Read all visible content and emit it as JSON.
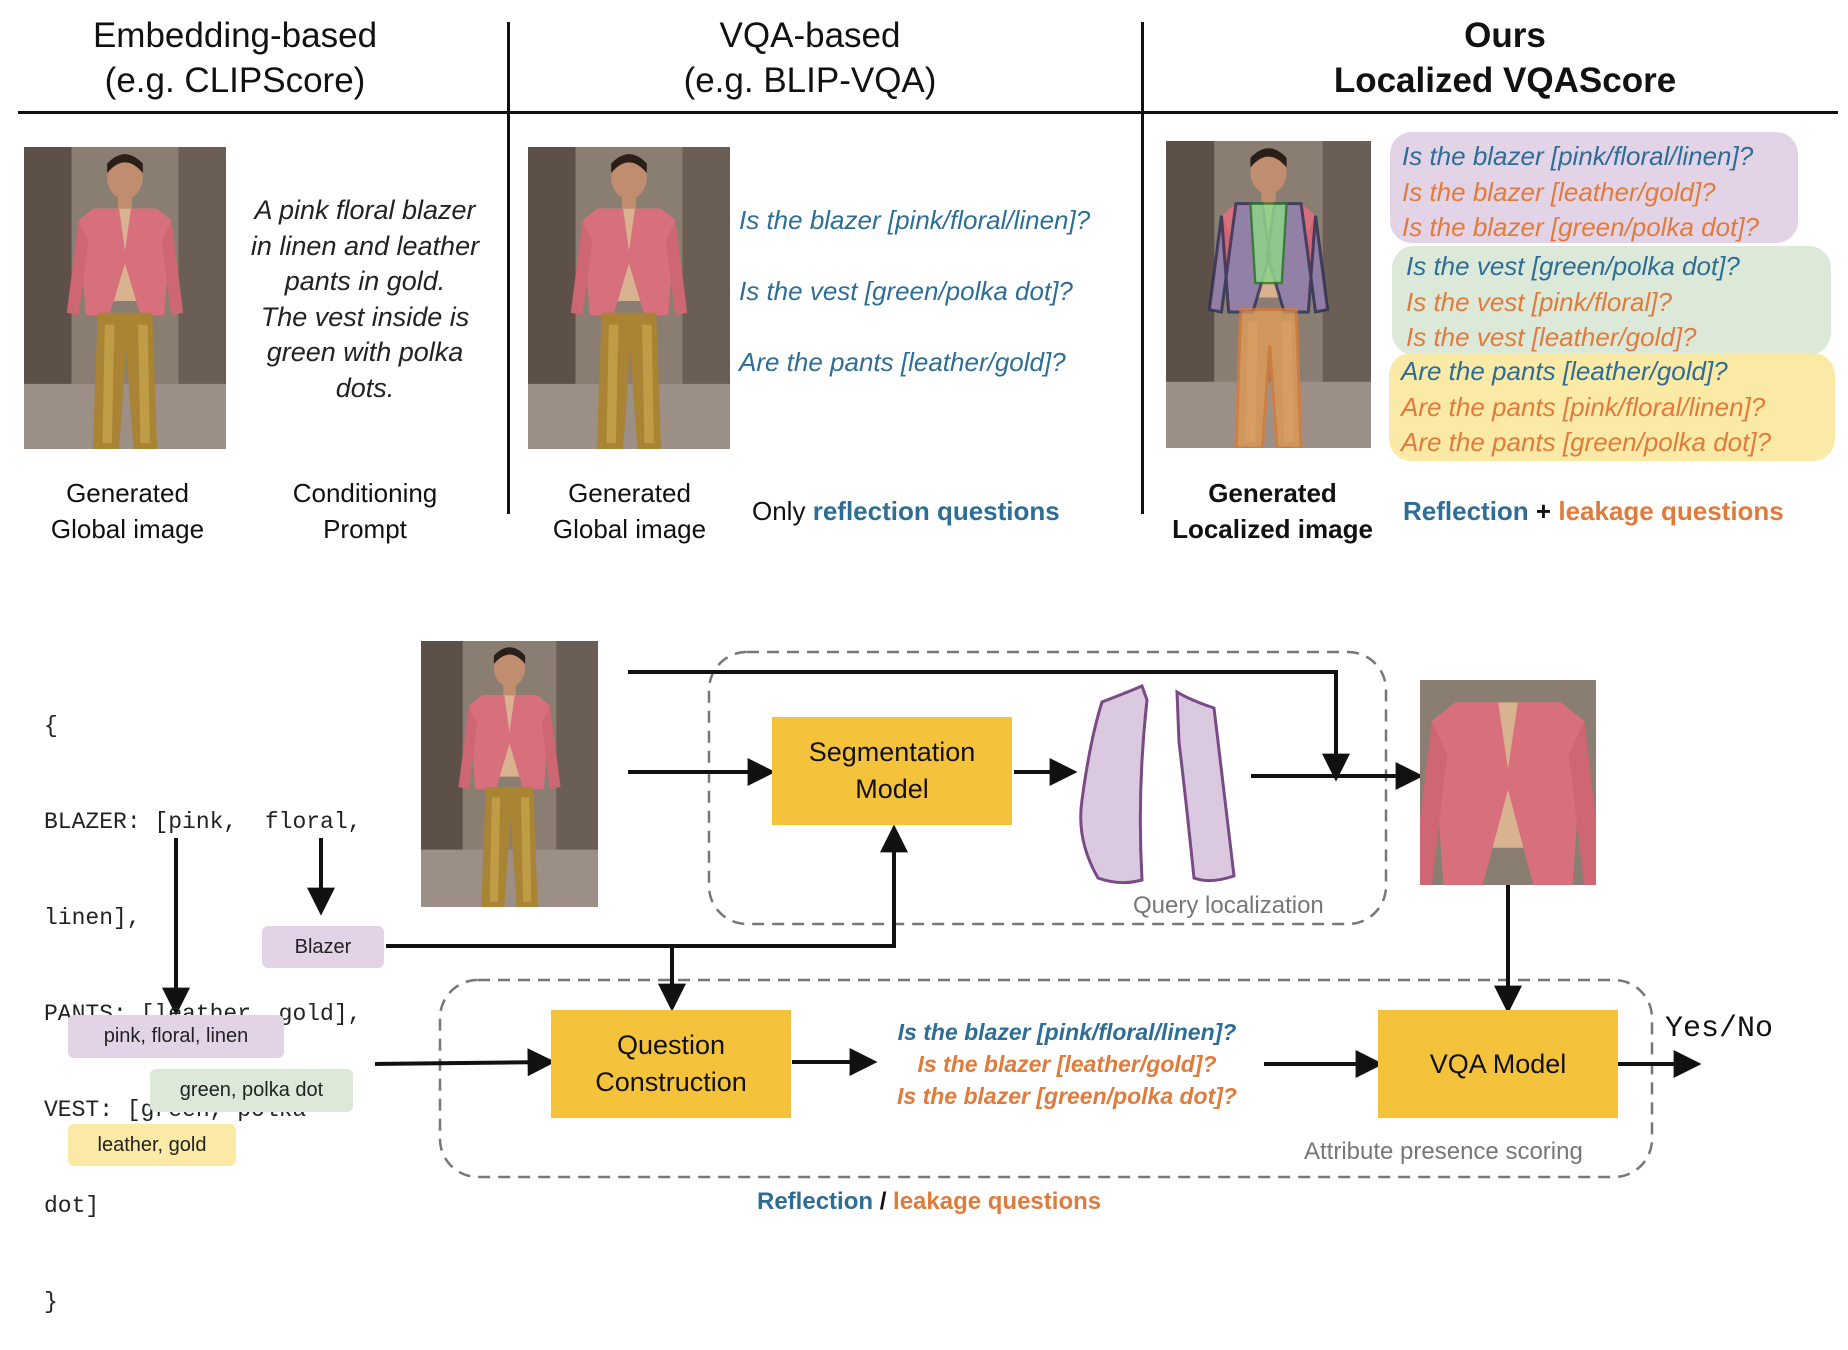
{
  "columns": {
    "embedding": {
      "title": "Embedding-based",
      "subtitle": "(e.g. CLIPScore)",
      "prompt_lines": [
        "A pink floral blazer",
        "in linen and leather",
        "pants in gold.",
        "The vest inside is",
        "green with polka",
        "dots."
      ],
      "image_caption_1": "Generated",
      "image_caption_2": "Global image",
      "prompt_caption_1": "Conditioning",
      "prompt_caption_2": "Prompt"
    },
    "vqa": {
      "title": "VQA-based",
      "subtitle": "(e.g. BLIP-VQA)",
      "questions": [
        "Is the blazer [pink/floral/linen]?",
        "Is the vest [green/polka dot]?",
        "Are the pants [leather/gold]?"
      ],
      "image_caption_1": "Generated",
      "image_caption_2": "Global image",
      "footer_prefix": "Only",
      "footer_highlight": "reflection questions"
    },
    "ours": {
      "title": "Ours",
      "subtitle": "Localized VQAScore",
      "groups": [
        {
          "color": "#e2d3e7",
          "questions": [
            {
              "text": "Is the blazer [pink/floral/linen]?",
              "kind": "reflection"
            },
            {
              "text": "Is the blazer [leather/gold]?",
              "kind": "leakage"
            },
            {
              "text": "Is the blazer [green/polka dot]?",
              "kind": "leakage"
            }
          ]
        },
        {
          "color": "#dce9d8",
          "questions": [
            {
              "text": "Is the vest [green/polka dot]?",
              "kind": "reflection"
            },
            {
              "text": "Is the vest [pink/floral]?",
              "kind": "leakage"
            },
            {
              "text": "Is the vest [leather/gold]?",
              "kind": "leakage"
            }
          ]
        },
        {
          "color": "#fbe9a6",
          "questions": [
            {
              "text": "Are the pants [leather/gold]?",
              "kind": "reflection"
            },
            {
              "text": "Are the pants [pink/floral/linen]?",
              "kind": "leakage"
            },
            {
              "text": "Are the pants [green/polka dot]?",
              "kind": "leakage"
            }
          ]
        }
      ],
      "image_caption_1": "Generated",
      "image_caption_2": "Localized image",
      "footer_reflection": "Reflection",
      "footer_plus": "+",
      "footer_leakage": "leakage questions"
    }
  },
  "pipeline": {
    "json_lines": [
      "{",
      "BLAZER: [pink,  floral,",
      "linen],",
      "PANTS: [leather, gold],",
      "VEST: [green, polka",
      "dot]",
      "}"
    ],
    "tag_blazer": "Blazer",
    "tag_pink": "pink, floral, linen",
    "tag_green": "green, polka dot",
    "tag_leather": "leather, gold",
    "segmentation_1": "Segmentation",
    "segmentation_2": "Model",
    "question_1": "Question",
    "question_2": "Construction",
    "vqa_model": "VQA Model",
    "query_localization": "Query localization",
    "attribute_scoring": "Attribute presence scoring",
    "yes_no": "Yes/No",
    "questions": [
      {
        "text": "Is the blazer [pink/floral/linen]?",
        "kind": "reflection"
      },
      {
        "text": "Is the blazer [leather/gold]?",
        "kind": "leakage"
      },
      {
        "text": "Is the blazer [green/polka dot]?",
        "kind": "leakage"
      }
    ],
    "footer_reflection": "Reflection",
    "footer_slash": "/",
    "footer_leakage": "leakage questions"
  },
  "colors": {
    "reflection": "#2e6d95",
    "leakage": "#e07b3c",
    "model_box": "#f5c33b",
    "blazer_tag": "#e2d3e7",
    "vest_tag": "#dce9d8",
    "pants_tag": "#fbe9a6",
    "mask_fill": "#dbc9e0",
    "mask_stroke": "#7a4a86"
  }
}
